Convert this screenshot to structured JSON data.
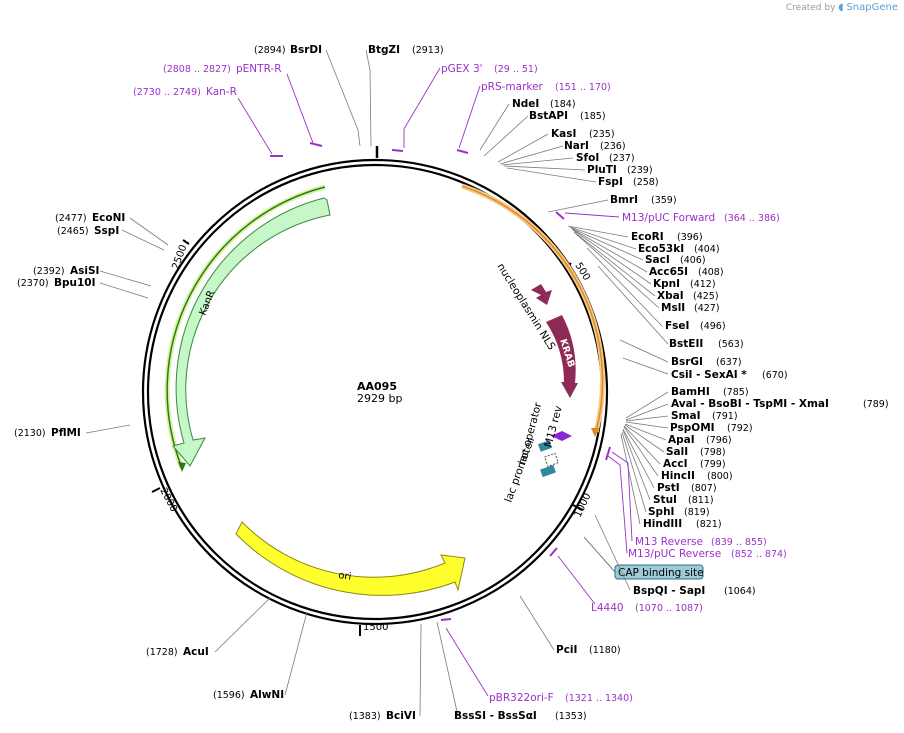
{
  "brand": {
    "prefix": "Created by",
    "name": "SnapGene"
  },
  "plasmid": {
    "name": "AA095",
    "length": "2929 bp"
  },
  "ticks": [
    "500",
    "1000",
    "1500",
    "2000",
    "2500"
  ],
  "features": {
    "kanr": "KanR",
    "ori": "ori",
    "krab": "KRAB",
    "nls": "nucleoplasmin NLS",
    "m13rev": "M13 rev",
    "lacop": "lac operator",
    "lacprom": "lac promoter",
    "cap": "CAP binding site"
  },
  "sites": [
    {
      "pos": "(2894)",
      "name": "BsrDI"
    },
    {
      "name": "BtgZI",
      "pos": "(2913)"
    },
    {
      "name": "NdeI",
      "pos": "(184)"
    },
    {
      "name": "BstAPI",
      "pos": "(185)"
    },
    {
      "name": "KasI",
      "pos": "(235)"
    },
    {
      "name": "NarI",
      "pos": "(236)"
    },
    {
      "name": "SfoI",
      "pos": "(237)"
    },
    {
      "name": "PluTI",
      "pos": "(239)"
    },
    {
      "name": "FspI",
      "pos": "(258)"
    },
    {
      "name": "BmrI",
      "pos": "(359)"
    },
    {
      "name": "EcoRI",
      "pos": "(396)"
    },
    {
      "name": "Eco53kI",
      "pos": "(404)"
    },
    {
      "name": "SacI",
      "pos": "(406)"
    },
    {
      "name": "Acc65I",
      "pos": "(408)"
    },
    {
      "name": "KpnI",
      "pos": "(412)"
    },
    {
      "name": "XbaI",
      "pos": "(425)"
    },
    {
      "name": "MslI",
      "pos": "(427)"
    },
    {
      "name": "FseI",
      "pos": "(496)"
    },
    {
      "name": "BstEII",
      "pos": "(563)"
    },
    {
      "name": "BsrGI",
      "pos": "(637)"
    },
    {
      "name": "CsiI  - SexAI *",
      "pos": "(670)"
    },
    {
      "name": "BamHI",
      "pos": "(785)"
    },
    {
      "name": "AvaI  - BsoBI  - TspMI  - XmaI",
      "pos": "(789)"
    },
    {
      "name": "SmaI",
      "pos": "(791)"
    },
    {
      "name": "PspOMI",
      "pos": "(792)"
    },
    {
      "name": "ApaI",
      "pos": "(796)"
    },
    {
      "name": "SalI",
      "pos": "(798)"
    },
    {
      "name": "AccI",
      "pos": "(799)"
    },
    {
      "name": "HincII",
      "pos": "(800)"
    },
    {
      "name": "PstI",
      "pos": "(807)"
    },
    {
      "name": "StuI",
      "pos": "(811)"
    },
    {
      "name": "SphI",
      "pos": "(819)"
    },
    {
      "name": "HindIII",
      "pos": "(821)"
    },
    {
      "name": "BspQI  - SapI",
      "pos": "(1064)"
    },
    {
      "name": "PciI",
      "pos": "(1180)"
    },
    {
      "name": "BssSI  - BssSαI",
      "pos": "(1353)"
    },
    {
      "pos": "(1383)",
      "name": "BciVI"
    },
    {
      "pos": "(1596)",
      "name": "AlwNI"
    },
    {
      "pos": "(1728)",
      "name": "AcuI"
    },
    {
      "pos": "(2130)",
      "name": "PflMI"
    },
    {
      "pos": "(2370)",
      "name": "Bpu10I"
    },
    {
      "pos": "(2392)",
      "name": "AsiSI"
    },
    {
      "pos": "(2465)",
      "name": "SspI"
    },
    {
      "pos": "(2477)",
      "name": "EcoNI"
    }
  ],
  "primers": [
    {
      "pos": "(2808 .. 2827)",
      "name": "pENTR-R"
    },
    {
      "pos": "(2730 .. 2749)",
      "name": "Kan-R"
    },
    {
      "name": "pGEX 3'",
      "pos": "(29 .. 51)"
    },
    {
      "name": "pRS-marker",
      "pos": "(151 .. 170)"
    },
    {
      "name": "M13/pUC Forward",
      "pos": "(364 .. 386)"
    },
    {
      "name": "M13 Reverse",
      "pos": "(839 .. 855)"
    },
    {
      "name": "M13/pUC Reverse",
      "pos": "(852 .. 874)"
    },
    {
      "name": "L4440",
      "pos": "(1070 .. 1087)"
    },
    {
      "name": "pBR322ori-F",
      "pos": "(1321 .. 1340)"
    }
  ]
}
